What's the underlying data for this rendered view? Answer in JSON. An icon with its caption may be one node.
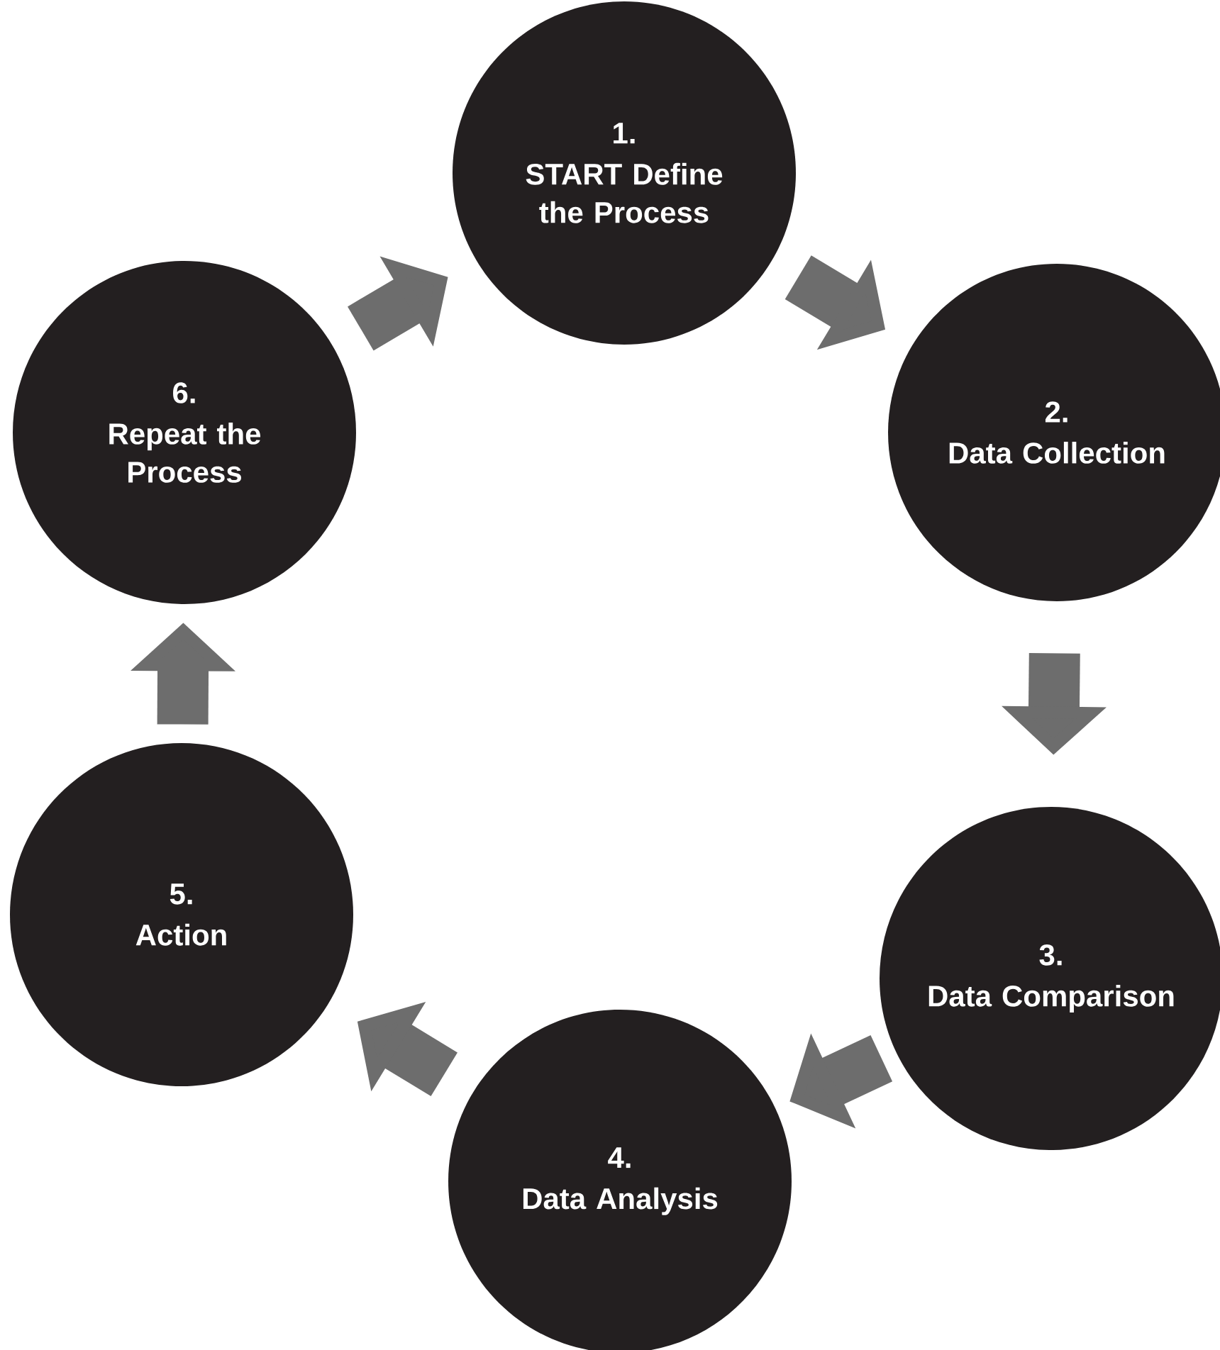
{
  "diagram": {
    "nodes": [
      {
        "text": [
          "1.",
          "START Define the Process"
        ]
      },
      {
        "text": [
          "2.",
          "Data Collection"
        ]
      },
      {
        "text": [
          "3.",
          "Data Comparison"
        ]
      },
      {
        "text": [
          "4.",
          "Data Analysis"
        ]
      },
      {
        "text": [
          "5.",
          "Action"
        ]
      },
      {
        "text": [
          "6.",
          "Repeat the Process"
        ]
      }
    ],
    "edges": [
      {
        "from": 0,
        "to": 1,
        "arrow": "to"
      },
      {
        "from": 1,
        "to": 2,
        "arrow": "to"
      },
      {
        "from": 2,
        "to": 3,
        "arrow": "to"
      },
      {
        "from": 3,
        "to": 4,
        "arrow": "to"
      },
      {
        "from": 4,
        "to": 5,
        "arrow": "to"
      },
      {
        "from": 5,
        "to": 0,
        "arrow": "to"
      }
    ]
  }
}
